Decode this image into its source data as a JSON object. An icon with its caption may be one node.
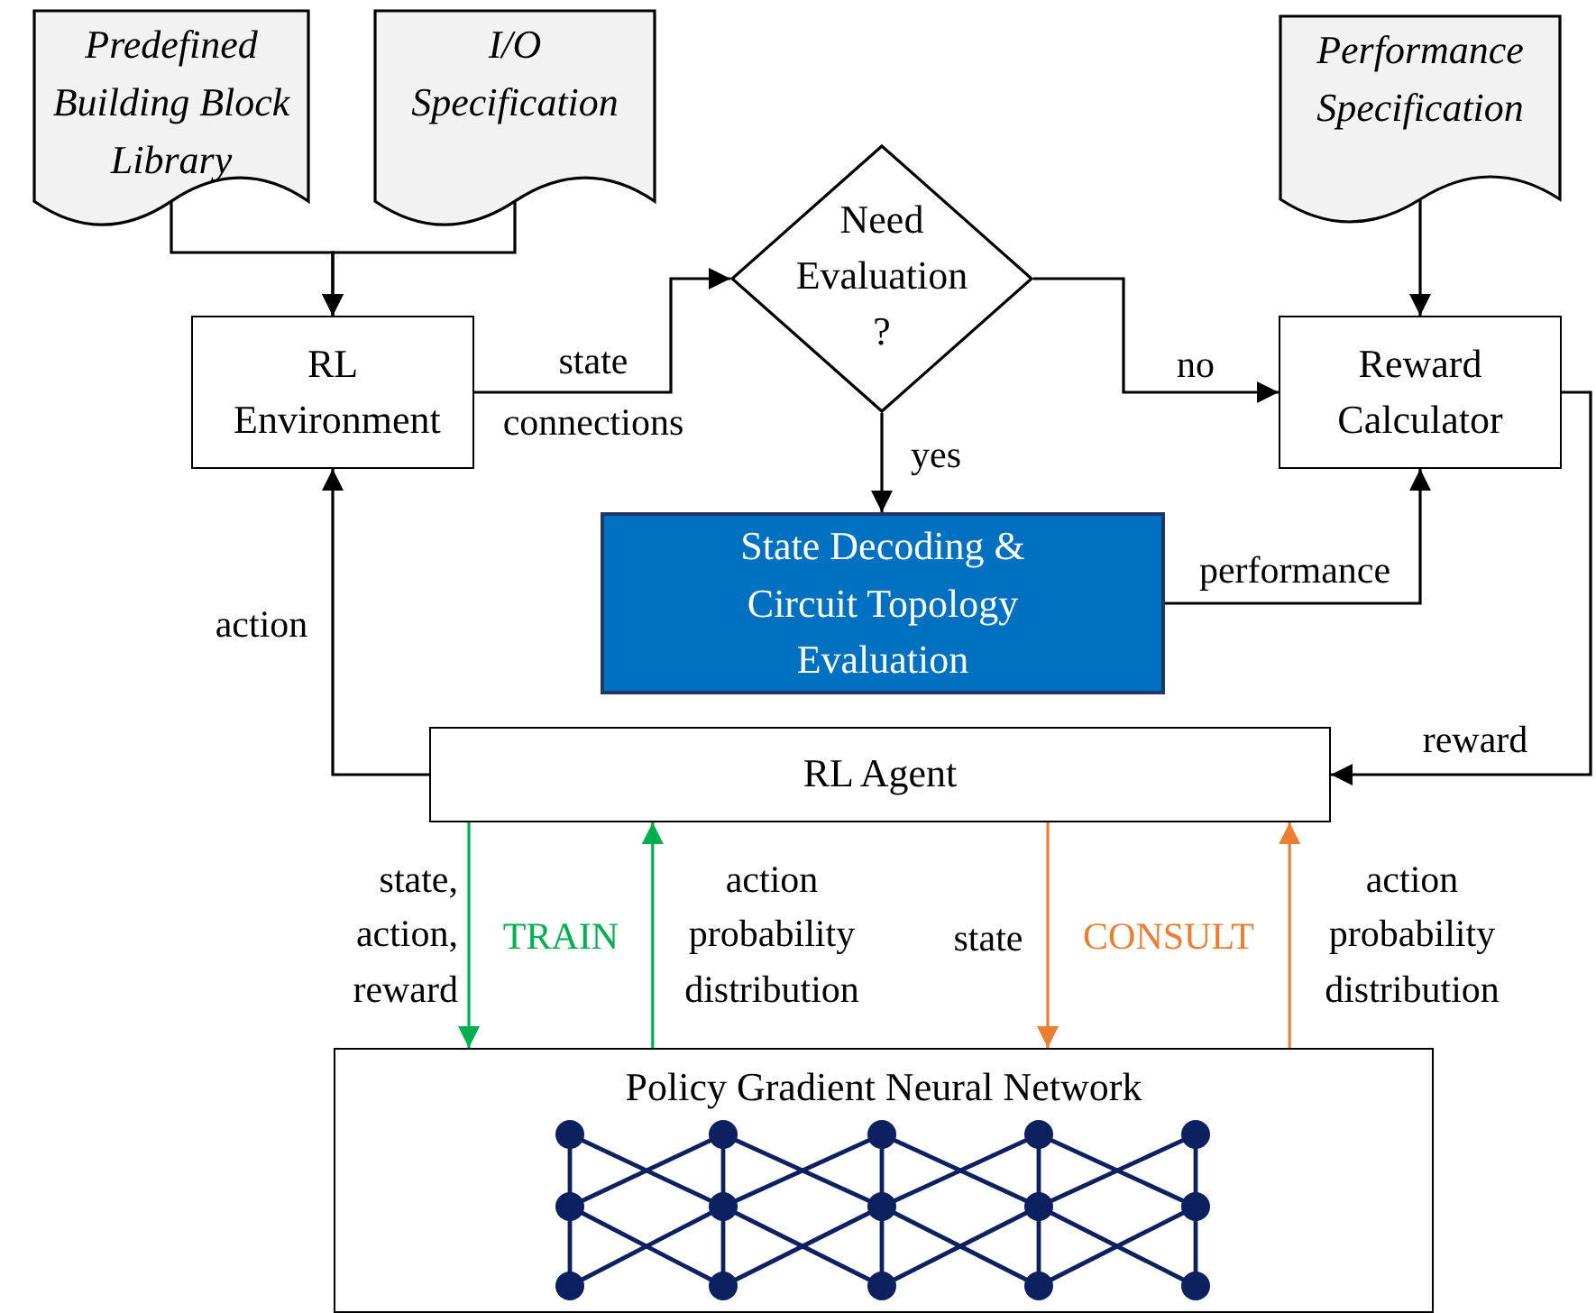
{
  "diagram": {
    "nodes": [
      {
        "text": [
          "Predefined Building Block Library"
        ]
      },
      {
        "text": [
          "I/O Specification"
        ]
      },
      {
        "text": [
          "RL Environment"
        ]
      },
      {
        "text": [
          "Need Evaluation ?"
        ]
      },
      {
        "text": [
          "State Decoding & Circuit Topology Evaluation"
        ]
      },
      {
        "text": [
          "Performance Specification"
        ]
      },
      {
        "text": [
          "Reward Calculator"
        ]
      },
      {
        "text": [
          "RL Agent"
        ]
      },
      {
        "text": [
          "Policy Gradient Neural Network"
        ]
      }
    ],
    "edges": [
      {
        "from": 0,
        "to": 2,
        "arrow": "to"
      },
      {
        "from": 1,
        "to": 2,
        "arrow": "to"
      },
      {
        "from": 2,
        "to": 3,
        "arrow": "to",
        "label": "state connections"
      },
      {
        "from": 3,
        "to": 6,
        "arrow": "to",
        "label": "no"
      },
      {
        "from": 3,
        "to": 4,
        "arrow": "to",
        "label": "yes"
      },
      {
        "from": 4,
        "to": 6,
        "arrow": "to",
        "label": "performance"
      },
      {
        "from": 5,
        "to": 6,
        "arrow": "to"
      },
      {
        "from": 6,
        "to": 7,
        "arrow": "to",
        "label": "reward"
      },
      {
        "from": 7,
        "to": 2,
        "arrow": "to",
        "label": "action"
      },
      {
        "from": 7,
        "to": 8,
        "arrow": "to",
        "label": "state, action, reward",
        "color": "#00b050"
      },
      {
        "from": 8,
        "to": 7,
        "arrow": "to",
        "label": "action probability distribution",
        "color": "#00b050"
      },
      {
        "from": 7,
        "to": 8,
        "arrow": "to",
        "label": "state",
        "color": "#ed7d31"
      },
      {
        "from": 8,
        "to": 7,
        "arrow": "to",
        "label": "action probability distribution",
        "color": "#ed7d31"
      }
    ],
    "labels": [
      "TRAIN",
      "CONSULT"
    ]
  }
}
